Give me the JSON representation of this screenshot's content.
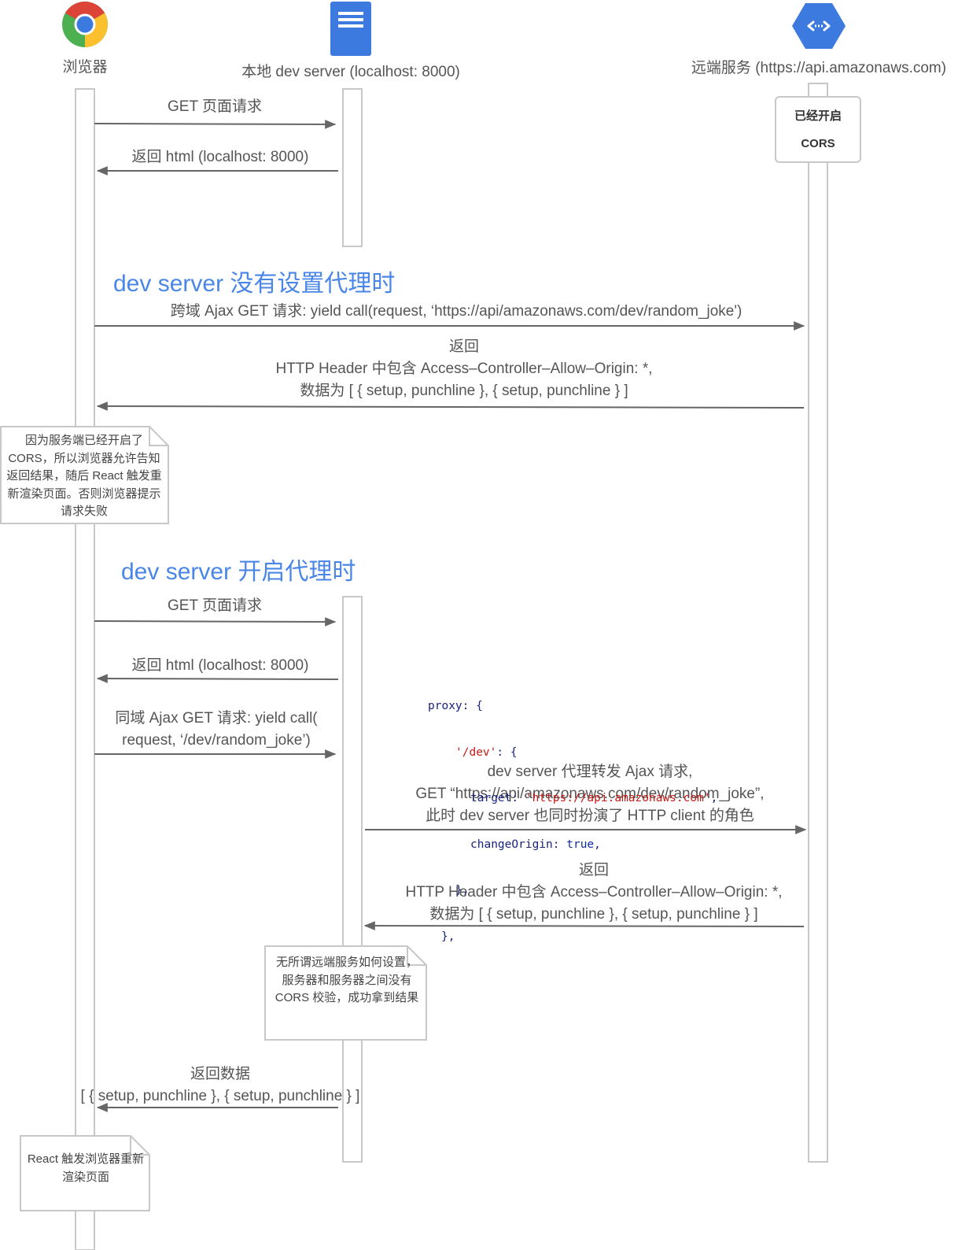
{
  "actors": {
    "browser": {
      "label": "浏览器",
      "icon": "chrome-icon"
    },
    "dev_server": {
      "label": "本地 dev server (localhost: 8000)",
      "icon": "document-icon"
    },
    "remote": {
      "label": "远端服务 (https://api.amazonaws.com)",
      "icon": "cloud-endpoints-icon"
    }
  },
  "cors_box": {
    "line1": "已经开启",
    "line2": "CORS"
  },
  "sections": {
    "no_proxy": "dev server 没有设置代理时",
    "with_proxy": "dev server 开启代理时"
  },
  "messages": {
    "get_page_1": "GET 页面请求",
    "return_html_1": "返回 html (localhost: 8000)",
    "cross_ajax": "跨域 Ajax GET 请求: yield call(request, ‘https://api/amazonaws.com/dev/random_joke')",
    "return_cross": [
      "返回",
      "HTTP Header 中包含 Access–Controller–Allow–Origin: *,",
      "数据为 [ { setup, punchline }, { setup, punchline } ]"
    ],
    "get_page_2": "GET 页面请求",
    "return_html_2": "返回 html (localhost: 8000)",
    "same_ajax": [
      "同域 Ajax GET 请求: yield call(",
      "request, ‘/dev/random_joke’)"
    ],
    "proxy_forward": [
      "dev server 代理转发 Ajax 请求,",
      "GET “https://api/amazonaws.com/dev/random_joke”,",
      "此时 dev server 也同时扮演了 HTTP client 的角色"
    ],
    "return_proxy": [
      "返回",
      "HTTP Header 中包含 Access–Controller–Allow–Origin: *,",
      "数据为 [ { setup, punchline }, { setup, punchline } ]"
    ],
    "return_data": [
      "返回数据",
      "[ { setup, punchline }, { setup, punchline } ]"
    ]
  },
  "notes": {
    "cors_note": "因为服务端已经开启了 CORS，所以浏览器允许告知返回结果，随后 React 触发重新渲染页面。否则浏览器提示请求失败",
    "server_note": "无所谓远端服务如何设置，服务器和服务器之间没有 CORS 校验，成功拿到结果",
    "react_note": "React 触发浏览器重新渲染页面"
  },
  "code": {
    "l1_key": "proxy",
    "l1_rest": ": {",
    "l2_key": "'/dev'",
    "l2_rest": ": {",
    "l3_key": "target",
    "l3_val": "'https://api.amazonaws.com'",
    "l3_end": ",",
    "l4_key": "changeOrigin",
    "l4_val": "true",
    "l4_end": ",",
    "l5": "},",
    "l6": "},"
  }
}
